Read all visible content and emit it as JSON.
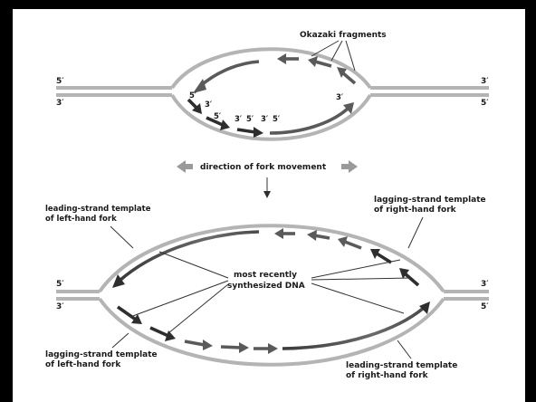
{
  "top_bubble": {
    "okazaki_label": "Okazaki fragments",
    "left_top_end": "5′",
    "left_bottom_end": "3′",
    "right_top_end": "3′",
    "right_bottom_end": "5′",
    "inner_ends": [
      "5′",
      "3′",
      "5′",
      "3′",
      "5′",
      "3′",
      "5′",
      "3′"
    ]
  },
  "direction": {
    "label": "direction of fork movement"
  },
  "bottom_bubble": {
    "leading_left": [
      "leading-strand template",
      "of left-hand fork"
    ],
    "lagging_right": [
      "lagging-strand template",
      "of right-hand fork"
    ],
    "most_recent": [
      "most recently",
      "synthesized DNA"
    ],
    "lagging_left": [
      "lagging-strand template",
      "of left-hand fork"
    ],
    "leading_right": [
      "leading-strand template",
      "of right-hand fork"
    ],
    "left_top_end": "5′",
    "left_bottom_end": "3′",
    "right_top_end": "3′",
    "right_bottom_end": "5′"
  }
}
